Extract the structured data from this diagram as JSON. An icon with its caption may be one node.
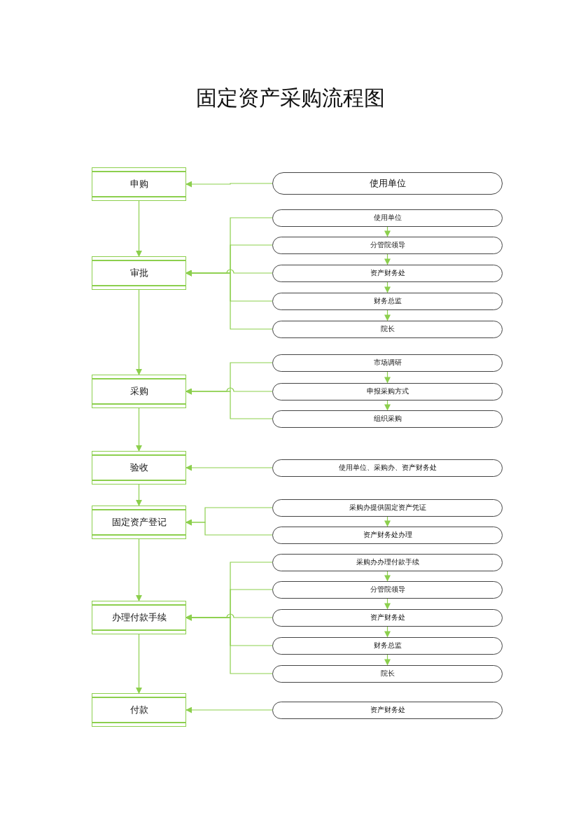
{
  "diagram": {
    "title": "固定资产采购流程图",
    "nodes": [
      {
        "text": [
          "申购"
        ]
      },
      {
        "text": [
          "审批"
        ]
      },
      {
        "text": [
          "采购"
        ]
      },
      {
        "text": [
          "验收"
        ]
      },
      {
        "text": [
          "固定资产登记"
        ]
      },
      {
        "text": [
          "办理付款手续"
        ]
      },
      {
        "text": [
          "付款"
        ]
      },
      {
        "text": [
          "使用单位"
        ]
      },
      {
        "text": [
          "使用单位"
        ]
      },
      {
        "text": [
          "分管院领导"
        ]
      },
      {
        "text": [
          "资产财务处"
        ]
      },
      {
        "text": [
          "财务总监"
        ]
      },
      {
        "text": [
          "院长"
        ]
      },
      {
        "text": [
          "市场调研"
        ]
      },
      {
        "text": [
          "申报采购方式"
        ]
      },
      {
        "text": [
          "组织采购"
        ]
      },
      {
        "text": [
          "使用单位、采购办、资产财务处"
        ]
      },
      {
        "text": [
          "采购办提供固定资产凭证"
        ]
      },
      {
        "text": [
          "资产财务处办理"
        ]
      },
      {
        "text": [
          "采购办办理付款手续"
        ]
      },
      {
        "text": [
          "分管院领导"
        ]
      },
      {
        "text": [
          "资产财务处"
        ]
      },
      {
        "text": [
          "财务总监"
        ]
      },
      {
        "text": [
          "院长"
        ]
      },
      {
        "text": [
          "资产财务处"
        ]
      }
    ],
    "edges": [
      {
        "from": 0,
        "to": 1,
        "arrow": "to"
      },
      {
        "from": 1,
        "to": 2,
        "arrow": "to"
      },
      {
        "from": 2,
        "to": 3,
        "arrow": "to"
      },
      {
        "from": 3,
        "to": 4,
        "arrow": "to"
      },
      {
        "from": 4,
        "to": 5,
        "arrow": "to"
      },
      {
        "from": 5,
        "to": 6,
        "arrow": "to"
      },
      {
        "from": 7,
        "to": 0,
        "arrow": "to"
      },
      {
        "from": 8,
        "to": 1,
        "arrow": "to"
      },
      {
        "from": 9,
        "to": 1,
        "arrow": "to"
      },
      {
        "from": 10,
        "to": 1,
        "arrow": "to"
      },
      {
        "from": 11,
        "to": 1,
        "arrow": "to"
      },
      {
        "from": 12,
        "to": 1,
        "arrow": "to"
      },
      {
        "from": 8,
        "to": 9,
        "arrow": "to"
      },
      {
        "from": 9,
        "to": 10,
        "arrow": "to"
      },
      {
        "from": 10,
        "to": 11,
        "arrow": "to"
      },
      {
        "from": 11,
        "to": 12,
        "arrow": "to"
      },
      {
        "from": 13,
        "to": 2,
        "arrow": "to"
      },
      {
        "from": 14,
        "to": 2,
        "arrow": "to"
      },
      {
        "from": 15,
        "to": 2,
        "arrow": "to"
      },
      {
        "from": 13,
        "to": 14,
        "arrow": "to"
      },
      {
        "from": 14,
        "to": 15,
        "arrow": "to"
      },
      {
        "from": 16,
        "to": 3,
        "arrow": "to"
      },
      {
        "from": 17,
        "to": 4,
        "arrow": "to"
      },
      {
        "from": 18,
        "to": 4,
        "arrow": "to"
      },
      {
        "from": 17,
        "to": 18,
        "arrow": "to"
      },
      {
        "from": 19,
        "to": 5,
        "arrow": "to"
      },
      {
        "from": 20,
        "to": 5,
        "arrow": "to"
      },
      {
        "from": 21,
        "to": 5,
        "arrow": "to"
      },
      {
        "from": 22,
        "to": 5,
        "arrow": "to"
      },
      {
        "from": 23,
        "to": 5,
        "arrow": "to"
      },
      {
        "from": 19,
        "to": 20,
        "arrow": "to"
      },
      {
        "from": 20,
        "to": 21,
        "arrow": "to"
      },
      {
        "from": 21,
        "to": 22,
        "arrow": "to"
      },
      {
        "from": 22,
        "to": 23,
        "arrow": "to"
      },
      {
        "from": 24,
        "to": 6,
        "arrow": "to"
      }
    ]
  }
}
